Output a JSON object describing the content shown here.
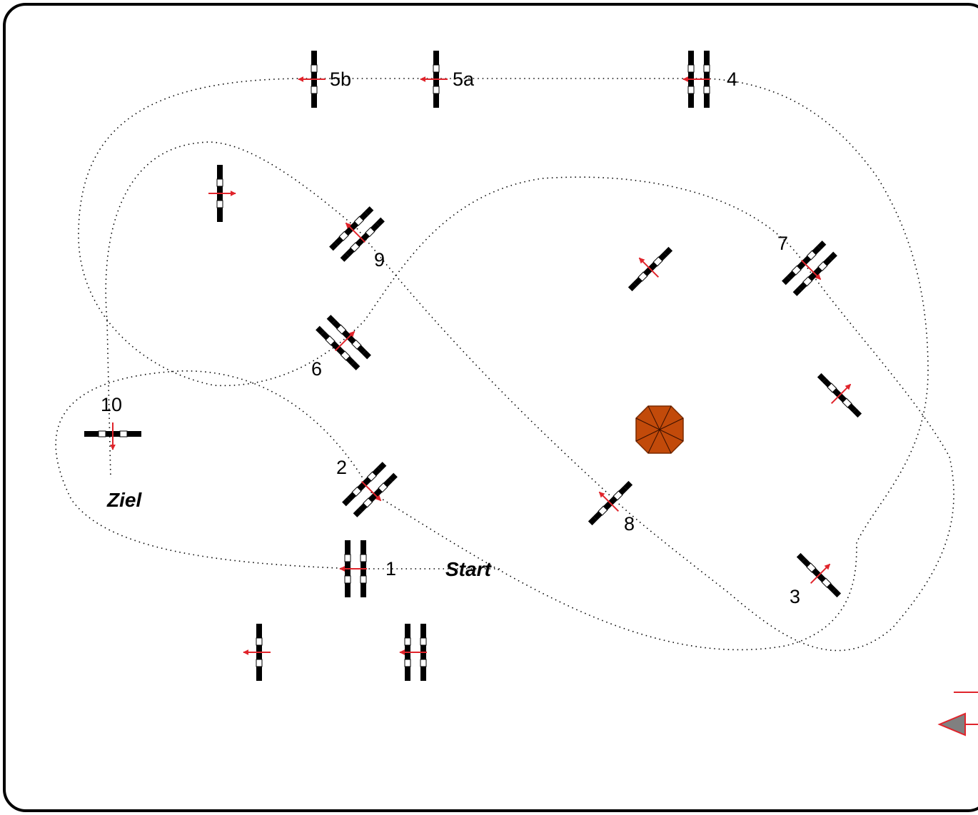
{
  "course": {
    "start_label": "Start",
    "finish_label": "Ziel"
  },
  "obstacles": [
    {
      "id": "1",
      "label": "1",
      "kind": "oxer",
      "direction": "left"
    },
    {
      "id": "2",
      "label": "2",
      "kind": "oxer",
      "direction": "down-right"
    },
    {
      "id": "3",
      "label": "3",
      "kind": "vertical",
      "direction": "up-right"
    },
    {
      "id": "4",
      "label": "4",
      "kind": "oxer",
      "direction": "left"
    },
    {
      "id": "5a",
      "label": "5a",
      "kind": "vertical",
      "direction": "left"
    },
    {
      "id": "5b",
      "label": "5b",
      "kind": "vertical",
      "direction": "left"
    },
    {
      "id": "6",
      "label": "6",
      "kind": "oxer",
      "direction": "up-right"
    },
    {
      "id": "7",
      "label": "7",
      "kind": "oxer",
      "direction": "down-right"
    },
    {
      "id": "8",
      "label": "8",
      "kind": "vertical",
      "direction": "up-left"
    },
    {
      "id": "9",
      "label": "9",
      "kind": "oxer",
      "direction": "up-left"
    },
    {
      "id": "10",
      "label": "10",
      "kind": "vertical",
      "direction": "down"
    },
    {
      "id": "u1",
      "label": "",
      "kind": "vertical",
      "direction": "right"
    },
    {
      "id": "u2",
      "label": "",
      "kind": "vertical",
      "direction": "up-left"
    },
    {
      "id": "u3",
      "label": "",
      "kind": "vertical",
      "direction": "up-right"
    },
    {
      "id": "u4",
      "label": "",
      "kind": "vertical",
      "direction": "left"
    },
    {
      "id": "u5",
      "label": "",
      "kind": "oxer",
      "direction": "left"
    }
  ],
  "decor": {
    "umbrella_icon": "octagon-umbrella-icon"
  },
  "colors": {
    "arrow": "#e0242b",
    "pole": "#000000",
    "path": "#000000",
    "umbrella": "#c24a0a",
    "legend_arrow_fill": "#808080"
  }
}
